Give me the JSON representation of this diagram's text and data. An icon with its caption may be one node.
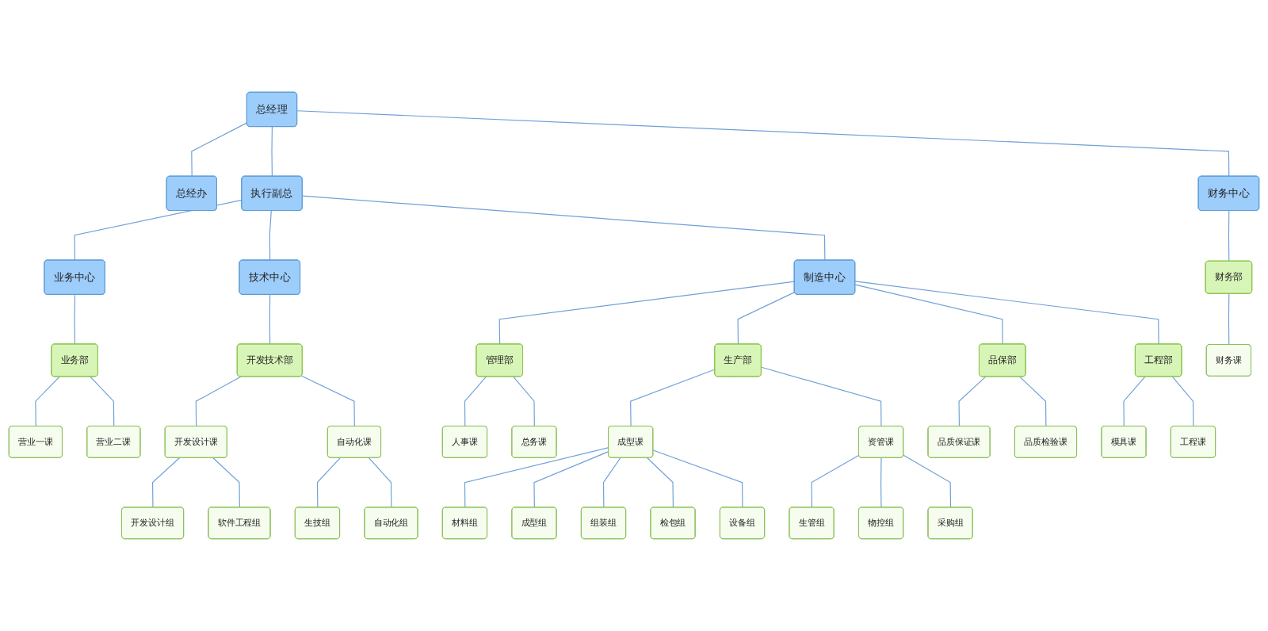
{
  "diagram": {
    "nodes": [
      {
        "text": [
          "总经理"
        ]
      },
      {
        "text": [
          "总经办"
        ]
      },
      {
        "text": [
          "执行副总"
        ]
      },
      {
        "text": [
          "财务中心"
        ]
      },
      {
        "text": [
          "业务中心"
        ]
      },
      {
        "text": [
          "技术中心"
        ]
      },
      {
        "text": [
          "制造中心"
        ]
      },
      {
        "text": [
          "财务部"
        ]
      },
      {
        "text": [
          "业务部"
        ]
      },
      {
        "text": [
          "开发技术部"
        ]
      },
      {
        "text": [
          "管理部"
        ]
      },
      {
        "text": [
          "生产部"
        ]
      },
      {
        "text": [
          "品保部"
        ]
      },
      {
        "text": [
          "工程部"
        ]
      },
      {
        "text": [
          "财务课"
        ]
      },
      {
        "text": [
          "营业一课"
        ]
      },
      {
        "text": [
          "营业二课"
        ]
      },
      {
        "text": [
          "开发设计课"
        ]
      },
      {
        "text": [
          "自动化课"
        ]
      },
      {
        "text": [
          "人事课"
        ]
      },
      {
        "text": [
          "总务课"
        ]
      },
      {
        "text": [
          "成型课"
        ]
      },
      {
        "text": [
          "资管课"
        ]
      },
      {
        "text": [
          "品质保证课"
        ]
      },
      {
        "text": [
          "品质检验课"
        ]
      },
      {
        "text": [
          "模具课"
        ]
      },
      {
        "text": [
          "工程课"
        ]
      },
      {
        "text": [
          "开发设计组"
        ]
      },
      {
        "text": [
          "软件工程组"
        ]
      },
      {
        "text": [
          "生技组"
        ]
      },
      {
        "text": [
          "自动化组"
        ]
      },
      {
        "text": [
          "材料组"
        ]
      },
      {
        "text": [
          "成型组"
        ]
      },
      {
        "text": [
          "组装组"
        ]
      },
      {
        "text": [
          "检包组"
        ]
      },
      {
        "text": [
          "设备组"
        ]
      },
      {
        "text": [
          "生管组"
        ]
      },
      {
        "text": [
          "物控组"
        ]
      },
      {
        "text": [
          "采购组"
        ]
      }
    ],
    "edges": [
      {
        "from": 0,
        "to": 1,
        "arrow": "none"
      },
      {
        "from": 0,
        "to": 2,
        "arrow": "none"
      },
      {
        "from": 0,
        "to": 3,
        "arrow": "none"
      },
      {
        "from": 2,
        "to": 4,
        "arrow": "none"
      },
      {
        "from": 2,
        "to": 5,
        "arrow": "none"
      },
      {
        "from": 2,
        "to": 6,
        "arrow": "none"
      },
      {
        "from": 3,
        "to": 7,
        "arrow": "none"
      },
      {
        "from": 4,
        "to": 8,
        "arrow": "none"
      },
      {
        "from": 5,
        "to": 9,
        "arrow": "none"
      },
      {
        "from": 6,
        "to": 10,
        "arrow": "none"
      },
      {
        "from": 6,
        "to": 11,
        "arrow": "none"
      },
      {
        "from": 6,
        "to": 12,
        "arrow": "none"
      },
      {
        "from": 6,
        "to": 13,
        "arrow": "none"
      },
      {
        "from": 7,
        "to": 14,
        "arrow": "none"
      },
      {
        "from": 8,
        "to": 15,
        "arrow": "none"
      },
      {
        "from": 8,
        "to": 16,
        "arrow": "none"
      },
      {
        "from": 9,
        "to": 17,
        "arrow": "none"
      },
      {
        "from": 9,
        "to": 18,
        "arrow": "none"
      },
      {
        "from": 10,
        "to": 19,
        "arrow": "none"
      },
      {
        "from": 10,
        "to": 20,
        "arrow": "none"
      },
      {
        "from": 11,
        "to": 21,
        "arrow": "none"
      },
      {
        "from": 11,
        "to": 22,
        "arrow": "none"
      },
      {
        "from": 12,
        "to": 23,
        "arrow": "none"
      },
      {
        "from": 12,
        "to": 24,
        "arrow": "none"
      },
      {
        "from": 13,
        "to": 25,
        "arrow": "none"
      },
      {
        "from": 13,
        "to": 26,
        "arrow": "none"
      },
      {
        "from": 17,
        "to": 27,
        "arrow": "none"
      },
      {
        "from": 17,
        "to": 28,
        "arrow": "none"
      },
      {
        "from": 18,
        "to": 29,
        "arrow": "none"
      },
      {
        "from": 18,
        "to": 30,
        "arrow": "none"
      },
      {
        "from": 21,
        "to": 31,
        "arrow": "none"
      },
      {
        "from": 21,
        "to": 32,
        "arrow": "none"
      },
      {
        "from": 21,
        "to": 33,
        "arrow": "none"
      },
      {
        "from": 21,
        "to": 34,
        "arrow": "none"
      },
      {
        "from": 21,
        "to": 35,
        "arrow": "none"
      },
      {
        "from": 22,
        "to": 36,
        "arrow": "none"
      },
      {
        "from": 22,
        "to": 37,
        "arrow": "none"
      },
      {
        "from": 22,
        "to": 38,
        "arrow": "none"
      }
    ]
  }
}
